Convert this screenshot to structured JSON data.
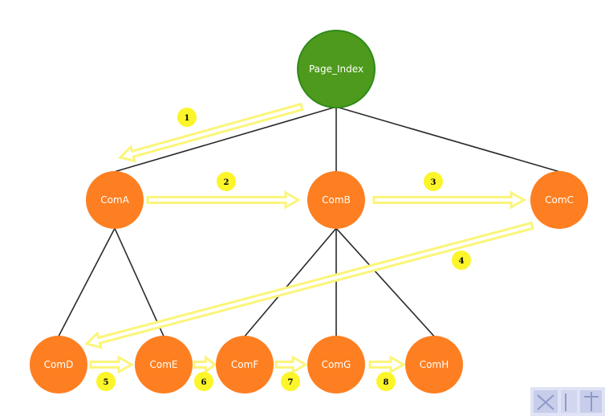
{
  "root": {
    "id": "page_index",
    "label": "Page_Index"
  },
  "components": [
    {
      "id": "coma",
      "label": "ComA"
    },
    {
      "id": "comb",
      "label": "ComB"
    },
    {
      "id": "comc",
      "label": "ComC"
    },
    {
      "id": "comd",
      "label": "ComD"
    },
    {
      "id": "come",
      "label": "ComE"
    },
    {
      "id": "comf",
      "label": "ComF"
    },
    {
      "id": "comg",
      "label": "ComG"
    },
    {
      "id": "comh",
      "label": "ComH"
    }
  ],
  "tree_edges": [
    [
      "page_index",
      "coma"
    ],
    [
      "page_index",
      "comb"
    ],
    [
      "page_index",
      "comc"
    ],
    [
      "coma",
      "comd"
    ],
    [
      "coma",
      "come"
    ],
    [
      "comb",
      "comf"
    ],
    [
      "comb",
      "comg"
    ],
    [
      "comb",
      "comh"
    ]
  ],
  "steps": [
    {
      "number": "1",
      "from": "page_index",
      "to": "coma"
    },
    {
      "number": "2",
      "from": "coma",
      "to": "comb"
    },
    {
      "number": "3",
      "from": "comb",
      "to": "comc"
    },
    {
      "number": "4",
      "from": "comc",
      "to": "comd"
    },
    {
      "number": "5",
      "from": "comd",
      "to": "come"
    },
    {
      "number": "6",
      "from": "come",
      "to": "comf"
    },
    {
      "number": "7",
      "from": "comf",
      "to": "comg"
    },
    {
      "number": "8",
      "from": "comg",
      "to": "comh"
    }
  ],
  "colors": {
    "root_fill": "#4e9a1c",
    "root_stroke": "#2f8a1a",
    "node_fill": "#fd7f21",
    "edge": "#2a2a2a",
    "arrow": "#fbf57a",
    "badge": "#fbf52a"
  }
}
